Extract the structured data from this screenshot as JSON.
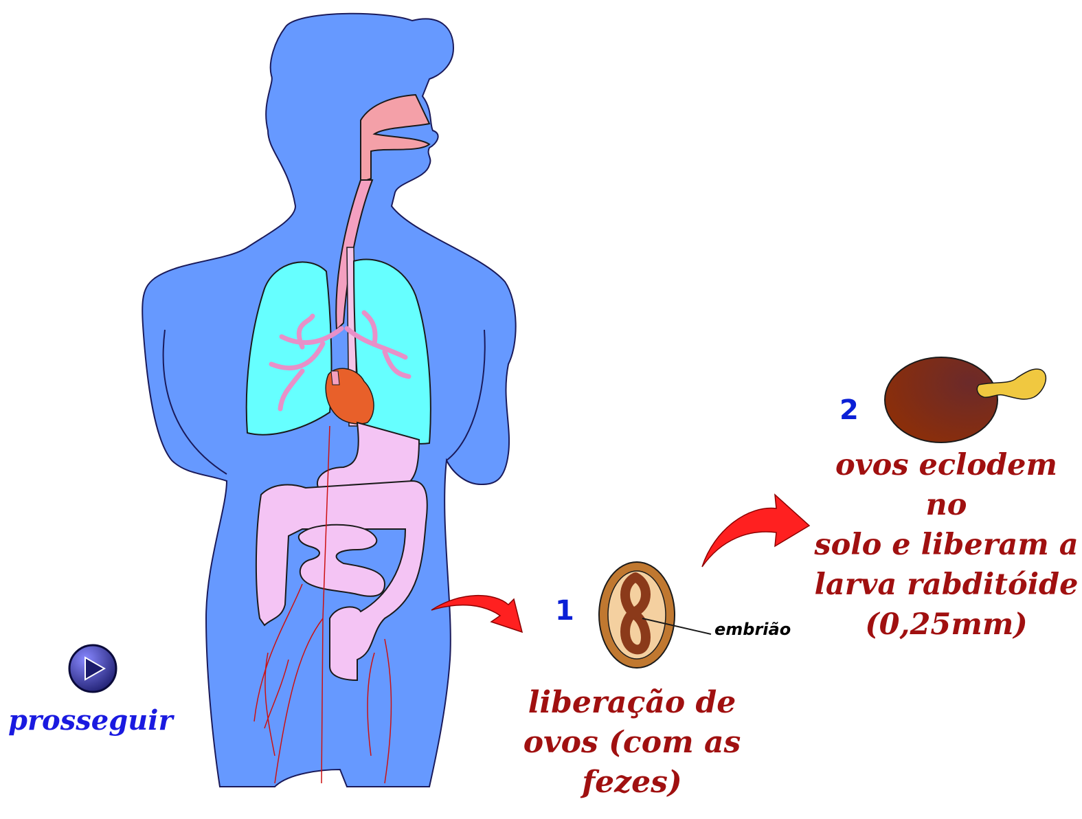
{
  "steps": [
    {
      "number": "1",
      "caption_lines": [
        "liberação de",
        "ovos (com as",
        "fezes)"
      ]
    },
    {
      "number": "2",
      "caption_lines": [
        "ovos eclodem no",
        "solo e liberam a",
        "larva rabditóide",
        "(0,25mm)"
      ]
    }
  ],
  "embryo_label": "embrião",
  "nav": {
    "continue_label": "prosseguir",
    "play_icon": "play-icon"
  },
  "colors": {
    "body": "#6699ff",
    "lungs": "#66ffff",
    "trachea": "#f4a0b8",
    "intestine": "#f4c4f4",
    "arrow": "#ff2020",
    "egg_shell": "#c07830",
    "egg_inner": "#f4d0a0",
    "embryo": "#8b3a1a",
    "hatched_egg": "#8b2e0a",
    "larva": "#f0c840",
    "step_number": "#0a1fd6",
    "caption": "#a01010"
  }
}
